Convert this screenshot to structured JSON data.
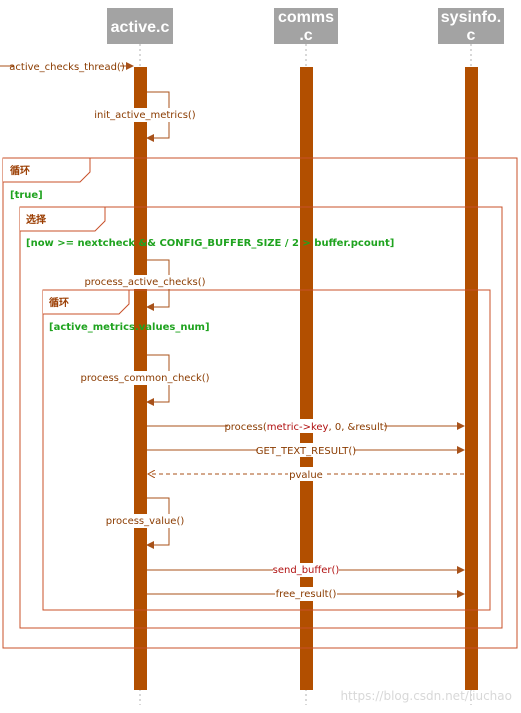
{
  "participants": [
    {
      "id": "active",
      "lines": [
        "active.c"
      ]
    },
    {
      "id": "comms",
      "lines": [
        "comms",
        ".c"
      ]
    },
    {
      "id": "sysinfo",
      "lines": [
        "sysinfo.",
        "c"
      ]
    }
  ],
  "messages": [
    {
      "id": "active-checks-thread",
      "text": "active_checks_thread()",
      "kind": "call"
    },
    {
      "id": "init-active-metrics",
      "text": "init_active_metrics()",
      "kind": "self"
    },
    {
      "id": "process-active-checks",
      "text": "process_active_checks()",
      "kind": "self"
    },
    {
      "id": "process-common-check",
      "text": "process_common_check()",
      "kind": "self"
    },
    {
      "id": "process",
      "text": "process(",
      "text_arg": "metric->key",
      "text_rest": ", 0, &result)",
      "kind": "call"
    },
    {
      "id": "get-text-result",
      "text": "GET_TEXT_RESULT()",
      "kind": "call"
    },
    {
      "id": "pvalue",
      "text": "pvalue",
      "kind": "return"
    },
    {
      "id": "process-value",
      "text": "process_value()",
      "kind": "self"
    },
    {
      "id": "send-buffer",
      "text": "send_buffer()",
      "kind": "call"
    },
    {
      "id": "free-result",
      "text": "free_result()",
      "kind": "call"
    }
  ],
  "fragments": [
    {
      "id": "loop-outer",
      "keyword": "循环",
      "guard": "[true]"
    },
    {
      "id": "alt",
      "keyword": "选择",
      "guard": "[now >= nextcheck && CONFIG_BUFFER_SIZE / 2 > buffer.pcount]"
    },
    {
      "id": "loop-inner",
      "keyword": "循环",
      "guard": "[active_metrics.values_num]"
    }
  ],
  "watermark": "https://blog.csdn.net/liuchao",
  "colors": {
    "header_bg": "#a3a3a3",
    "activation": "#b24f00",
    "frame": "#c8502a",
    "arrow": "#a8521a",
    "guard": "#1fa31f",
    "arg_text": "#b01010"
  }
}
